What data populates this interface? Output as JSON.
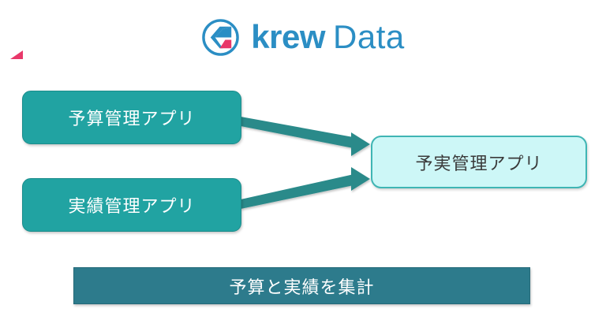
{
  "logo": {
    "mark_icon": "krew-circle-chevron-icon",
    "wordmark_bold": "krew",
    "wordmark_light": "Data",
    "brand_blue": "#2b8ec4",
    "brand_pink": "#e8386a"
  },
  "diagram": {
    "type": "flow",
    "source_nodes": [
      {
        "id": "budget-app",
        "label": "予算管理アプリ",
        "fill": "#21a3a2",
        "text_color": "#ffffff"
      },
      {
        "id": "actual-app",
        "label": "実績管理アプリ",
        "fill": "#21a3a2",
        "text_color": "#ffffff"
      }
    ],
    "target_node": {
      "id": "variance-app",
      "label": "予実管理アプリ",
      "fill": "#cdf7f7",
      "border": "#3fb5b4",
      "text_color": "#3a3a3a"
    },
    "connectors": [
      {
        "from": "budget-app",
        "to": "variance-app",
        "name": "arrow-budget-to-variance",
        "color": "#2a8a8a"
      },
      {
        "from": "actual-app",
        "to": "variance-app",
        "name": "arrow-actual-to-variance",
        "color": "#2a8a8a"
      }
    ],
    "caption": {
      "label": "予算と実績を集計",
      "fill": "#2d7b8c",
      "text_color": "#ffffff"
    }
  }
}
